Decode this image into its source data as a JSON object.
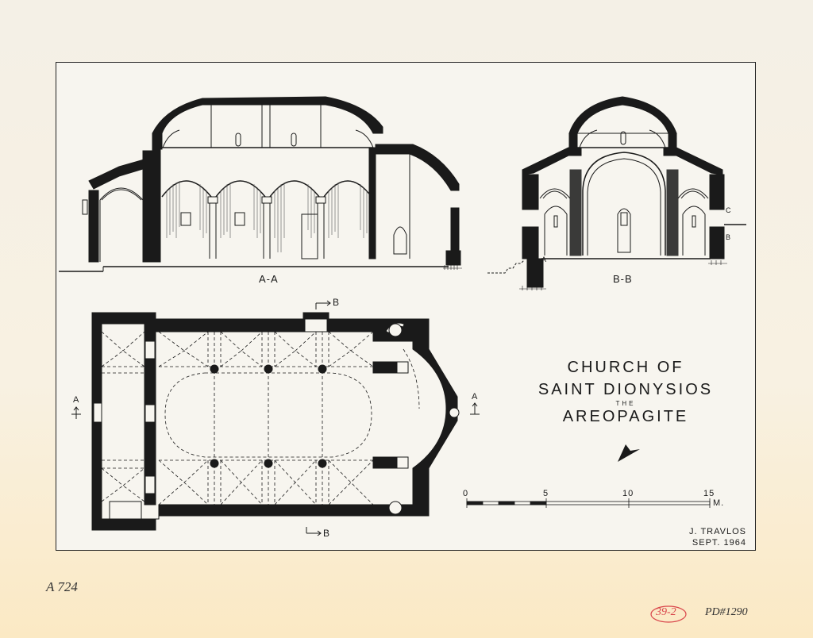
{
  "title": {
    "line1": "CHURCH OF",
    "line2": "SAINT DIONYSIOS",
    "line3": "THE",
    "line4": "AREOPAGITE"
  },
  "sections": {
    "aa": "A-A",
    "bb": "B-B",
    "a_marker": "A",
    "b_marker": "B",
    "c_marker": "C"
  },
  "scale": {
    "ticks": [
      "0",
      "5",
      "10",
      "15"
    ],
    "unit": "M."
  },
  "credit": {
    "author": "J. TRAVLOS",
    "date": "SEPT. 1964"
  },
  "annotations": {
    "catalog": "A 724",
    "ref_circled": "39-2",
    "pd_number": "PD#1290"
  },
  "colors": {
    "ink": "#1a1a1a",
    "paper": "#f7f5ef",
    "stamp": "#d9454a"
  }
}
